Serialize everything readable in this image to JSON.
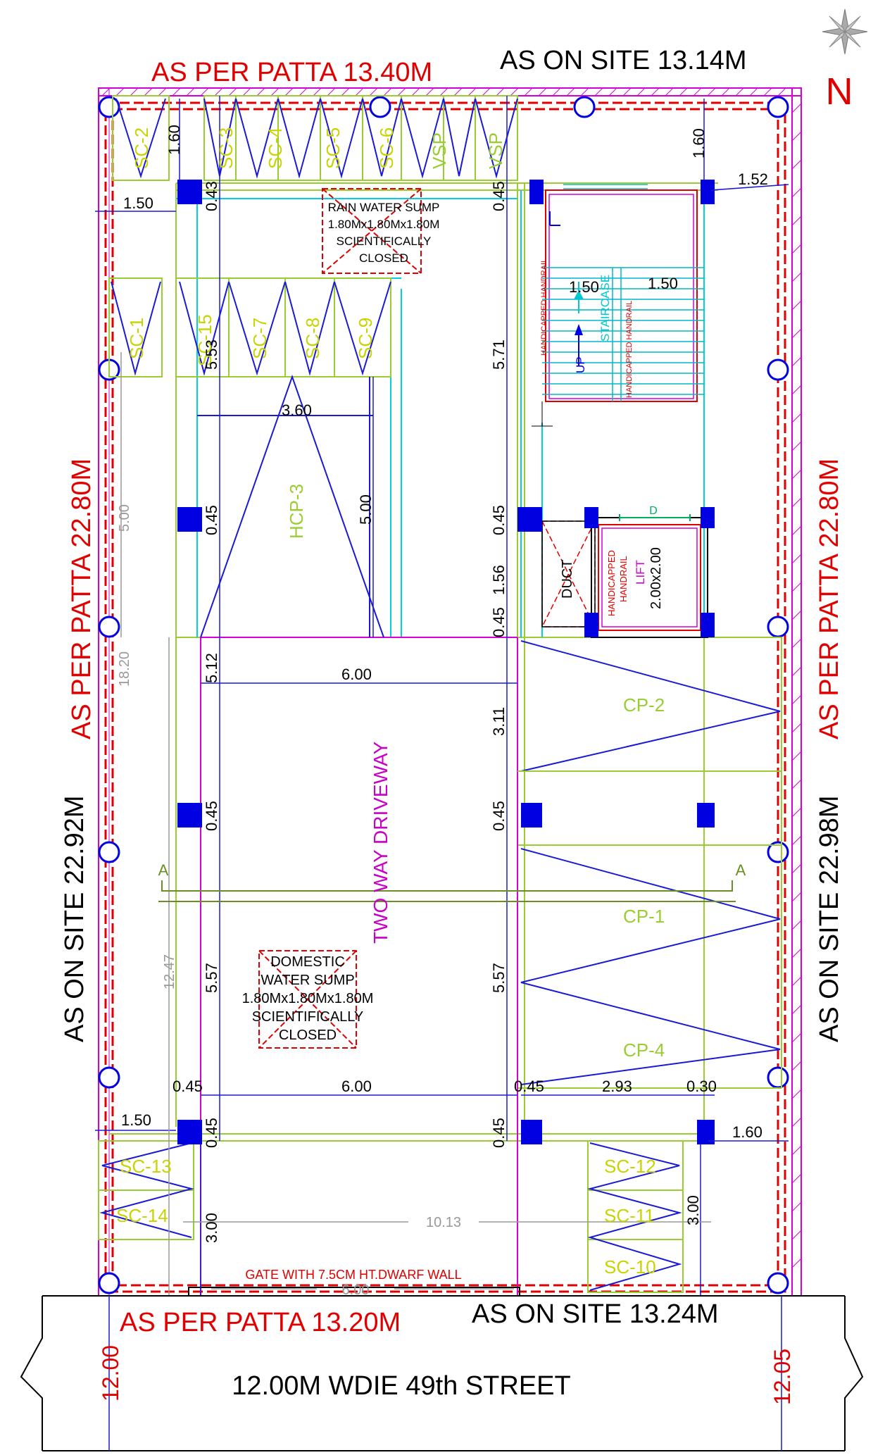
{
  "boundary": {
    "top_patta": "AS PER PATTA 13.40M",
    "top_site": "AS ON SITE 13.14M",
    "bottom_patta": "AS PER PATTA 13.20M",
    "bottom_site": "AS ON SITE 13.24M",
    "left_patta": "AS PER PATTA 22.80M",
    "left_site": "AS ON SITE 22.92M",
    "right_patta": "AS PER PATTA 22.80M",
    "right_site": "AS ON SITE 22.98M",
    "north": "N"
  },
  "street": {
    "label": "12.00M WDIE 49th STREET",
    "left_width": "12.00",
    "right_width": "12.05"
  },
  "rooms": {
    "rain_sump": [
      "RAIN WATER SUMP",
      "1.80Mx1.80Mx1.80M",
      "SCIENTIFICALLY",
      "CLOSED"
    ],
    "domestic_sump": [
      "DOMESTIC",
      "WATER SUMP",
      "1.80Mx1.80Mx1.80M",
      "SCIENTIFICALLY",
      "CLOSED"
    ],
    "duct": "DUCT",
    "lift": "LIFT",
    "lift_size": "2.00x2.00",
    "lift_handrail": [
      "HANDICAPPED",
      "HANDRAIL"
    ],
    "staircase": "STAIRCASE",
    "up": "UP",
    "handrail": "HANDICAPPED HANDRAIL",
    "driveway": "TWO WAY DRIVEWAY",
    "gate": "GATE WITH 7.5CM HT.DWARF WALL",
    "door": "D",
    "section": "A"
  },
  "parking": {
    "hcp": "HCP-3",
    "cp": [
      "CP-2",
      "CP-1",
      "CP-4"
    ],
    "top_row": [
      "SC-2",
      "SC-3",
      "SC-4",
      "SC-5",
      "SC-6",
      "VSP",
      "VSP"
    ],
    "mid_row": [
      "SC-1",
      "SC-15",
      "SC-7",
      "SC-8",
      "SC-9"
    ],
    "bottom_left": [
      "SC-13",
      "SC-14"
    ],
    "bottom_right": [
      "SC-12",
      "SC-11",
      "SC-10"
    ]
  },
  "dims": {
    "d160a": "1.60",
    "d160b": "1.60",
    "d152": "1.52",
    "d150a": "1.50",
    "d150b": "1.50",
    "d150c": "1.50",
    "d150d": "1.50",
    "d160c": "1.60",
    "d043": "0.43",
    "d045": "0.45",
    "d571": "5.71",
    "d553": "5.53",
    "d360": "3.60",
    "d500": "5.00",
    "d500g": "5.00",
    "d156": "1.56",
    "d512": "5.12",
    "d600": "6.00",
    "d311": "3.11",
    "d1820": "18.20",
    "d1247": "12.47",
    "d557": "5.57",
    "d293": "2.93",
    "d030": "0.30",
    "d300": "3.00",
    "d1013": "10.13",
    "d600g": "6.00"
  }
}
